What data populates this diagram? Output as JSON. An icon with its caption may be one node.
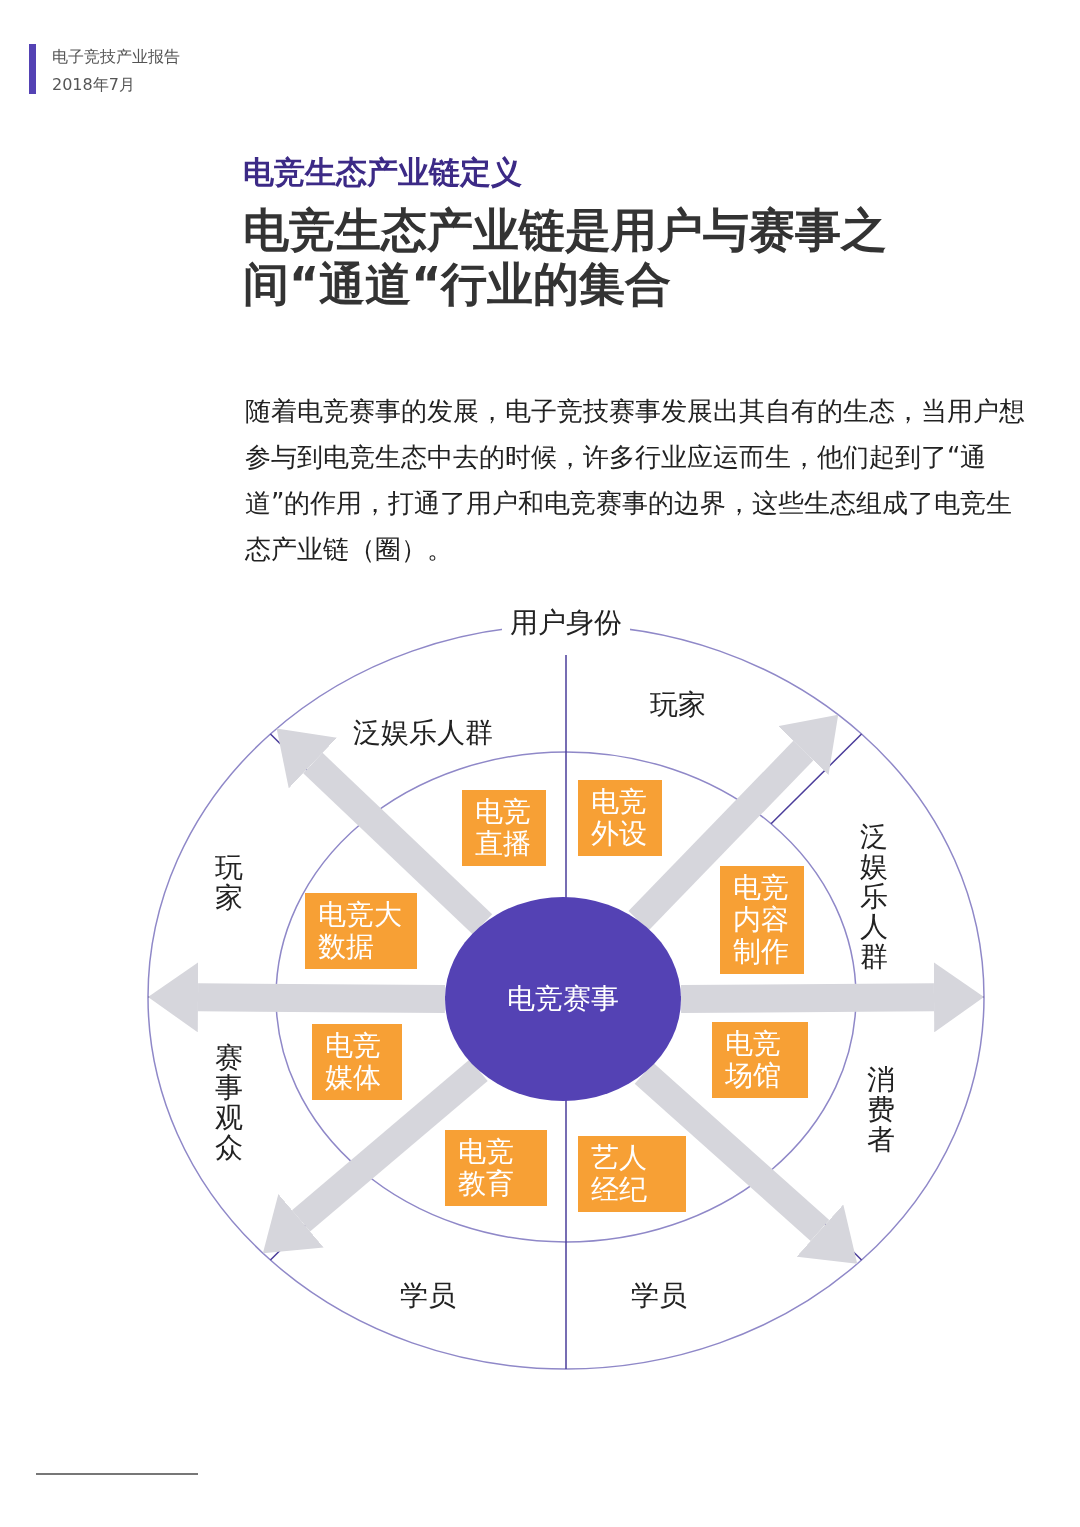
{
  "diagram": {
    "title": "电竞生态产业链是用户与赛事之间“通道“行业的集合",
    "nodes": [
      {
        "text": [
          "用户身份"
        ]
      },
      {
        "text": [
          "电竞赛事"
        ],
        "in": 0
      },
      {
        "text": [
          "电竞外设"
        ],
        "in": 0
      },
      {
        "text": [
          "电竞直播"
        ],
        "in": 0
      },
      {
        "text": [
          "电竞内容制作"
        ],
        "in": 0
      },
      {
        "text": [
          "电竞大数据"
        ],
        "in": 0
      },
      {
        "text": [
          "电竞媒体"
        ],
        "in": 0
      },
      {
        "text": [
          "电竞场馆"
        ],
        "in": 0
      },
      {
        "text": [
          "电竞教育"
        ],
        "in": 0
      },
      {
        "text": [
          "艺人经纪"
        ],
        "in": 0
      }
    ],
    "edges": [
      {
        "from": 1,
        "to": 0,
        "arrow": "to"
      },
      {
        "from": 1,
        "to": 0,
        "arrow": "to"
      },
      {
        "from": 1,
        "to": 0,
        "arrow": "to"
      },
      {
        "from": 1,
        "to": 0,
        "arrow": "to"
      },
      {
        "from": 1,
        "to": 0,
        "arrow": "to"
      },
      {
        "from": 1,
        "to": 0,
        "arrow": "to"
      }
    ],
    "labels": [
      "电子竞技产业报告",
      "2018年7月",
      "电竞生态产业链定义",
      "随着电竞赛事的发展，电子竞技赛事发展出其自有的生态，当用户想参与到电竞生态中去的时候，许多行业应运而生，他们起到了“通道”的作用，打通了用户和电竞赛事的边界，这些生态组成了电竞生态产业链（圈）。",
      "玩家",
      "泛娱乐人群",
      "泛娱乐人群",
      "玩家",
      "赛事观众",
      "消费者",
      "学员",
      "学员"
    ]
  }
}
